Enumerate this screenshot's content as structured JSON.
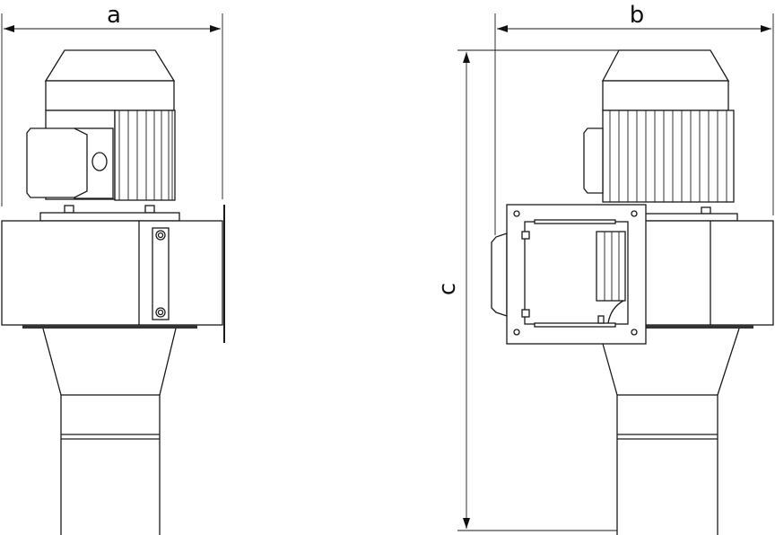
{
  "drawing": {
    "dimensions": {
      "width_front": "a",
      "width_side": "b",
      "height": "c"
    },
    "colors": {
      "line": "#1a1a1a",
      "background": "#ffffff"
    }
  }
}
